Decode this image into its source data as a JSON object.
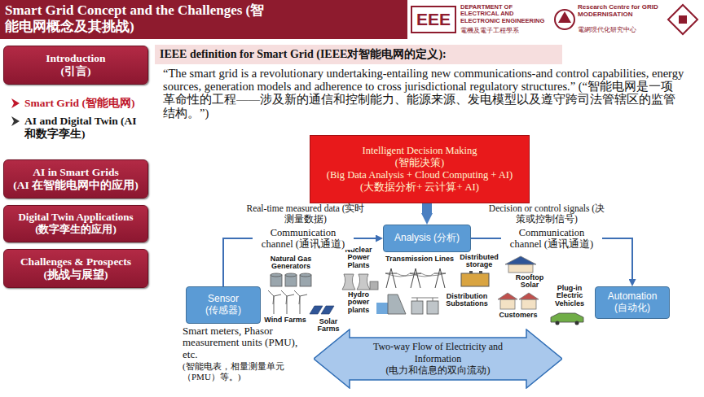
{
  "diagram": {
    "title": "Smart Grid Concept and the Challenges (智能电网概念及其挑战)",
    "nodes": [
      {
        "text": [
          "Introduction",
          "(引言)"
        ]
      },
      {
        "text": [
          "AI in Smart Grids",
          "(AI 在智能电网中的应用)"
        ]
      },
      {
        "text": [
          "Digital Twin Applications",
          "(数字孪生的应用)"
        ]
      },
      {
        "text": [
          "Challenges & Prospects",
          "(挑战与展望)"
        ]
      },
      {
        "text": [
          "IEEE definition for Smart Grid (IEEE对智能电网的定义):"
        ]
      },
      {
        "text": [
          "Intelligent Decision Making",
          "(智能决策)",
          "(Big Data Analysis + Cloud Computing + AI)",
          "(大数据分析+ 云计算+ AI)"
        ]
      },
      {
        "text": [
          "Analysis (分析)"
        ]
      },
      {
        "text": [
          "Sensor",
          "(传感器)"
        ]
      },
      {
        "text": [
          "Automation",
          "(自动化)"
        ]
      },
      {
        "text": [
          "Two-way Flow of Electricity and Information",
          "(电力和信息的双向流动)"
        ]
      }
    ],
    "edges": [
      {
        "from": 5,
        "to": 6,
        "arrow": "to"
      },
      {
        "from": 7,
        "to": 6,
        "label": "Communication channel (通讯通道)",
        "arrow": "to"
      },
      {
        "from": 6,
        "to": 8,
        "label": "Communication channel (通讯通道)",
        "arrow": "to"
      }
    ],
    "labels": [
      "EEE",
      "DEPARTMENT OF ELECTRICAL AND ELECTRONIC ENGINEERING",
      "電機及電子工程學系",
      "Research Centre for GRID MODERNISATION",
      "電網現代化研究中心",
      "Smart Grid (智能电网)",
      "AI and Digital Twin (AI和数字孪生)",
      "“The smart grid is a revolutionary undertaking-entailing new communications-and control capabilities, energy sources, generation models and adherence to cross jurisdictional regulatory structures.” (“智能电网是一项革命性的工程——涉及新的通信和控制能力、能源来源、发电模型以及遵守跨司法管辖区的监管结构。”)",
      "Real-time measured data (实时测量数据)",
      "Decision or control signals (决策或控制信号)",
      "Natural Gas Generators",
      "Nuclear Power Plants",
      "Transmission Lines",
      "Distributed storage",
      "Hydro power plants",
      "Distribution Substations",
      "Rooftop Solar",
      "Customers",
      "Plug-in Electric Vehicles",
      "Wind Farms",
      "Solar Farms",
      "Smart meters, Phasor measurement units (PMU), etc.",
      "(智能电表，相量测量单元（PMU）等。)"
    ]
  }
}
